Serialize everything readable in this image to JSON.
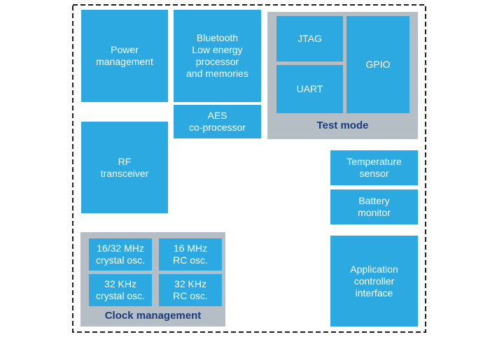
{
  "colors": {
    "page": "#ffffff",
    "block": "#2BA9E0",
    "blockText": "#ffffff",
    "group": "#B5BEC5",
    "label": "#1A3B7C",
    "border": "#1f1f1f"
  },
  "blocks": {
    "power_management": {
      "label": "Power\nmanagement"
    },
    "ble_processor": {
      "label": "Bluetooth\nLow energy\nprocessor\nand memories"
    },
    "aes_coprocessor": {
      "label": "AES\nco-processor"
    },
    "rf_transceiver": {
      "label": "RF\ntransceiver"
    },
    "jtag": {
      "label": "JTAG"
    },
    "uart": {
      "label": "UART"
    },
    "gpio": {
      "label": "GPIO"
    },
    "temperature_sensor": {
      "label": "Temperature\nsensor"
    },
    "battery_monitor": {
      "label": "Battery\nmonitor"
    },
    "application_controller_interface": {
      "label": "Application\ncontroller\ninterface"
    },
    "crystal_osc_hf": {
      "label": "16/32 MHz\ncrystal osc."
    },
    "rc_osc_hf": {
      "label": "16 MHz\nRC osc."
    },
    "crystal_osc_lf": {
      "label": "32 KHz\ncrystal osc."
    },
    "rc_osc_lf": {
      "label": "32 KHz\nRC osc."
    }
  },
  "groups": {
    "test_mode": {
      "label": "Test mode"
    },
    "clock_management": {
      "label": "Clock management"
    }
  }
}
